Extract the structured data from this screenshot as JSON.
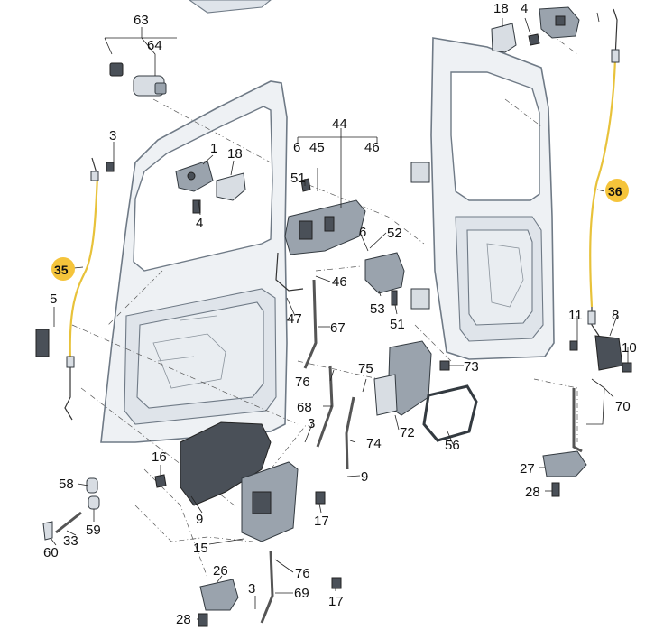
{
  "parts": {
    "p1": "1",
    "p3a": "3",
    "p3b": "3",
    "p3c": "3",
    "p4": "4",
    "p5": "5",
    "p6a": "6",
    "p6b": "6",
    "p8": "8",
    "p9a": "9",
    "p9b": "9",
    "p10": "10",
    "p11": "11",
    "p15": "15",
    "p16": "16",
    "p17a": "17",
    "p17b": "17",
    "p18a": "18",
    "p18b": "18",
    "p26": "26",
    "p27": "27",
    "p28a": "28",
    "p28b": "28",
    "p33": "33",
    "p35": "35",
    "p36": "36",
    "p44": "44",
    "p45": "45",
    "p46a": "46",
    "p46b": "46",
    "p47": "47",
    "p51a": "51",
    "p51b": "51",
    "p52": "52",
    "p53": "53",
    "p56": "56",
    "p58": "58",
    "p59": "59",
    "p60": "60",
    "p63": "63",
    "p64": "64",
    "p67": "67",
    "p68": "68",
    "p69": "69",
    "p70": "70",
    "p72": "72",
    "p73": "73",
    "p74": "74",
    "p75": "75",
    "p76a": "76",
    "p76b": "76"
  },
  "colors": {
    "highlight": "#f5c43b",
    "cable_highlight": "#e8c23a"
  }
}
